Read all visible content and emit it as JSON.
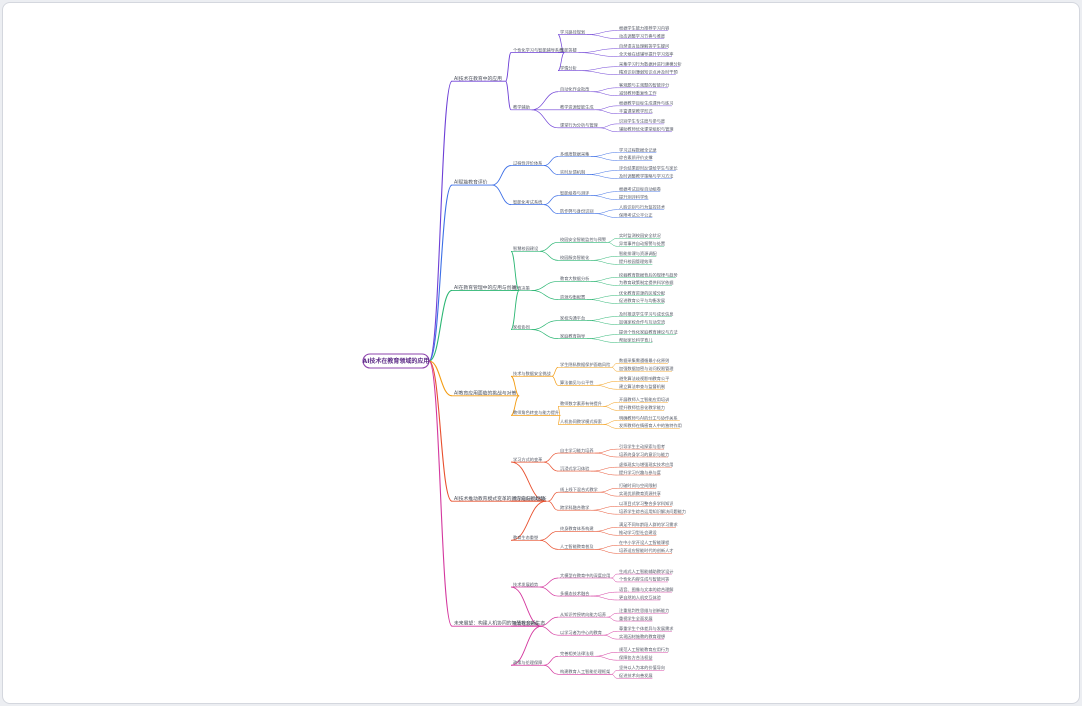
{
  "root": {
    "title": "AI技术在教育领域的应用"
  },
  "colors": {
    "root": "#8e44ad",
    "branches": [
      "#6d3fd6",
      "#3d6fe6",
      "#2bb673",
      "#f39c12",
      "#e8502e",
      "#d4379e"
    ]
  },
  "branches": [
    {
      "label": "AI技术在教育中的应用",
      "children": [
        {
          "label": "个性化学习与智能辅导系统",
          "children": [
            {
              "label": "学习路径规划",
              "children": [
                "根据学生能力推荐学习内容",
                "动态调整学习节奏与难度"
              ]
            },
            {
              "label": "智能答疑",
              "children": [
                "自然语言处理解答学生疑问",
                "全天候在线辅导提升学习效率"
              ]
            },
            {
              "label": "学情分析",
              "children": [
                "采集学习行为数据并进行建模分析",
                "精准识别薄弱知识点并及时干预"
              ]
            }
          ]
        },
        {
          "label": "教学辅助",
          "children": [
            {
              "label": "自动化作业批改",
              "children": [
                "客观题与主观题的智能评分",
                "减轻教师重复性工作"
              ]
            },
            {
              "label": "教学资源智能生成",
              "children": [
                "根据教学目标生成课件与练习",
                "丰富课堂教学形式"
              ]
            },
            {
              "label": "课堂行为分析与管理",
              "children": [
                "识别学生专注度与参与度",
                "辅助教师优化课堂组织与管理"
              ]
            }
          ]
        }
      ]
    },
    {
      "label": "AI赋能教育评价",
      "children": [
        {
          "label": "过程性评价体系",
          "children": [
            {
              "label": "多维度数据采集",
              "children": [
                "学习过程数据全记录",
                "综合素质评价支撑"
              ]
            },
            {
              "label": "实时反馈机制",
              "children": [
                "评价结果即时反馈给学生与家长",
                "及时调整教学策略与学习方法"
              ]
            }
          ]
        },
        {
          "label": "智能化考试系统",
          "children": [
            {
              "label": "智能组卷与测评",
              "children": [
                "根据考试目标自动组卷",
                "提升测评科学性"
              ]
            },
            {
              "label": "防作弊与身份识别",
              "children": [
                "人脸识别与行为监控技术",
                "保障考试公平公正"
              ]
            }
          ]
        }
      ]
    },
    {
      "label": "AI在教育管理中的应用与创新",
      "children": [
        {
          "label": "智慧校园建设",
          "children": [
            {
              "label": "校园安全智能监控与预警",
              "children": [
                "实时监测校园安全状况",
                "异常事件自动报警与处置"
              ]
            },
            {
              "label": "校园服务智能化",
              "children": [
                "智能排课与资源调配",
                "提升校园管理效率"
              ]
            }
          ]
        },
        {
          "label": "教育决策",
          "children": [
            {
              "label": "教育大数据分析",
              "children": [
                "挖掘教育数据背后的规律与趋势",
                "为教育政策制定提供科学依据"
              ]
            },
            {
              "label": "资源均衡配置",
              "children": [
                "优化教育资源的区域分配",
                "促进教育公平与均衡发展"
              ]
            }
          ]
        },
        {
          "label": "家校协同",
          "children": [
            {
              "label": "家校沟通平台",
              "children": [
                "及时推送学生学习与成长信息",
                "加强家校合作与互动交流"
              ]
            },
            {
              "label": "家庭教育指导",
              "children": [
                "提供个性化家庭教育建议与方法",
                "帮助家长科学育儿"
              ]
            }
          ]
        }
      ]
    },
    {
      "label": "AI教育应用面临的挑战与对策",
      "children": [
        {
          "label": "技术与数据安全挑战",
          "children": [
            {
              "label": "学生隐私数据保护面临风险",
              "children": [
                "数据采集需遵循最小化原则",
                "加强数据加密与访问权限管理"
              ]
            },
            {
              "label": "算法偏见与公平性",
              "children": [
                "避免算法歧视影响教育公平",
                "建立算法审查与监督机制"
              ]
            }
          ]
        },
        {
          "label": "教师角色转变与能力提升",
          "children": [
            {
              "label": "教师数字素养有待提升",
              "children": [
                "开展教师人工智能应用培训",
                "提升教师信息化教学能力"
              ]
            },
            {
              "label": "人机协同教学模式探索",
              "children": [
                "明确教师与AI的分工与协作关系",
                "发挥教师在情感育人中的独特作用"
              ]
            }
          ]
        }
      ]
    },
    {
      "label": "AI技术推动教育模式变革的新方向与新趋势",
      "children": [
        {
          "label": "学习方式的变革",
          "children": [
            {
              "label": "自主学习能力培养",
              "children": [
                "引导学生主动探索与思考",
                "培养终身学习的意识与能力"
              ]
            },
            {
              "label": "沉浸式学习体验",
              "children": [
                "虚拟现实与增强现实技术应用",
                "提升学习兴趣与参与度"
              ]
            }
          ]
        },
        {
          "label": "教学组织形式创新",
          "children": [
            {
              "label": "线上线下混合式教学",
              "children": [
                "打破时间与空间限制",
                "实现优质教育资源共享"
              ]
            },
            {
              "label": "跨学科融合教学",
              "children": [
                "以项目式学习整合多学科知识",
                "培养学生综合运用知识解决问题能力"
              ]
            }
          ]
        },
        {
          "label": "教育生态重塑",
          "children": [
            {
              "label": "终身教育体系构建",
              "children": [
                "满足不同年龄段人群的学习需求",
                "推动学习型社会建设"
              ]
            },
            {
              "label": "人工智能教育普及",
              "children": [
                "在中小学开设人工智能课程",
                "培养适应智能时代的创新人才"
              ]
            }
          ]
        }
      ]
    },
    {
      "label": "未来展望：构建人机协同的智慧教育新生态",
      "children": [
        {
          "label": "技术发展趋势",
          "children": [
            {
              "label": "大模型在教育中的深度应用",
              "children": [
                "生成式人工智能辅助教学设计",
                "个性化内容生成与智能问答"
              ]
            },
            {
              "label": "多模态技术融合",
              "children": [
                "语音、图像与文本的综合理解",
                "更自然的人机交互体验"
              ]
            }
          ]
        },
        {
          "label": "教育理念更新",
          "children": [
            {
              "label": "从知识传授转向能力培养",
              "children": [
                "注重批判性思维与创新能力",
                "重视学生全面发展"
              ]
            },
            {
              "label": "以学习者为中心的教育",
              "children": [
                "尊重学生个体差异与发展需求",
                "实现因材施教的教育理想"
              ]
            }
          ]
        },
        {
          "label": "政策与伦理保障",
          "children": [
            {
              "label": "完善相关法律法规",
              "children": [
                "规范人工智能教育应用行为",
                "保障各方合法权益"
              ]
            },
            {
              "label": "构建教育人工智能伦理框架",
              "children": [
                "坚持以人为本的价值导向",
                "促进技术向善发展"
              ]
            }
          ]
        }
      ]
    }
  ]
}
